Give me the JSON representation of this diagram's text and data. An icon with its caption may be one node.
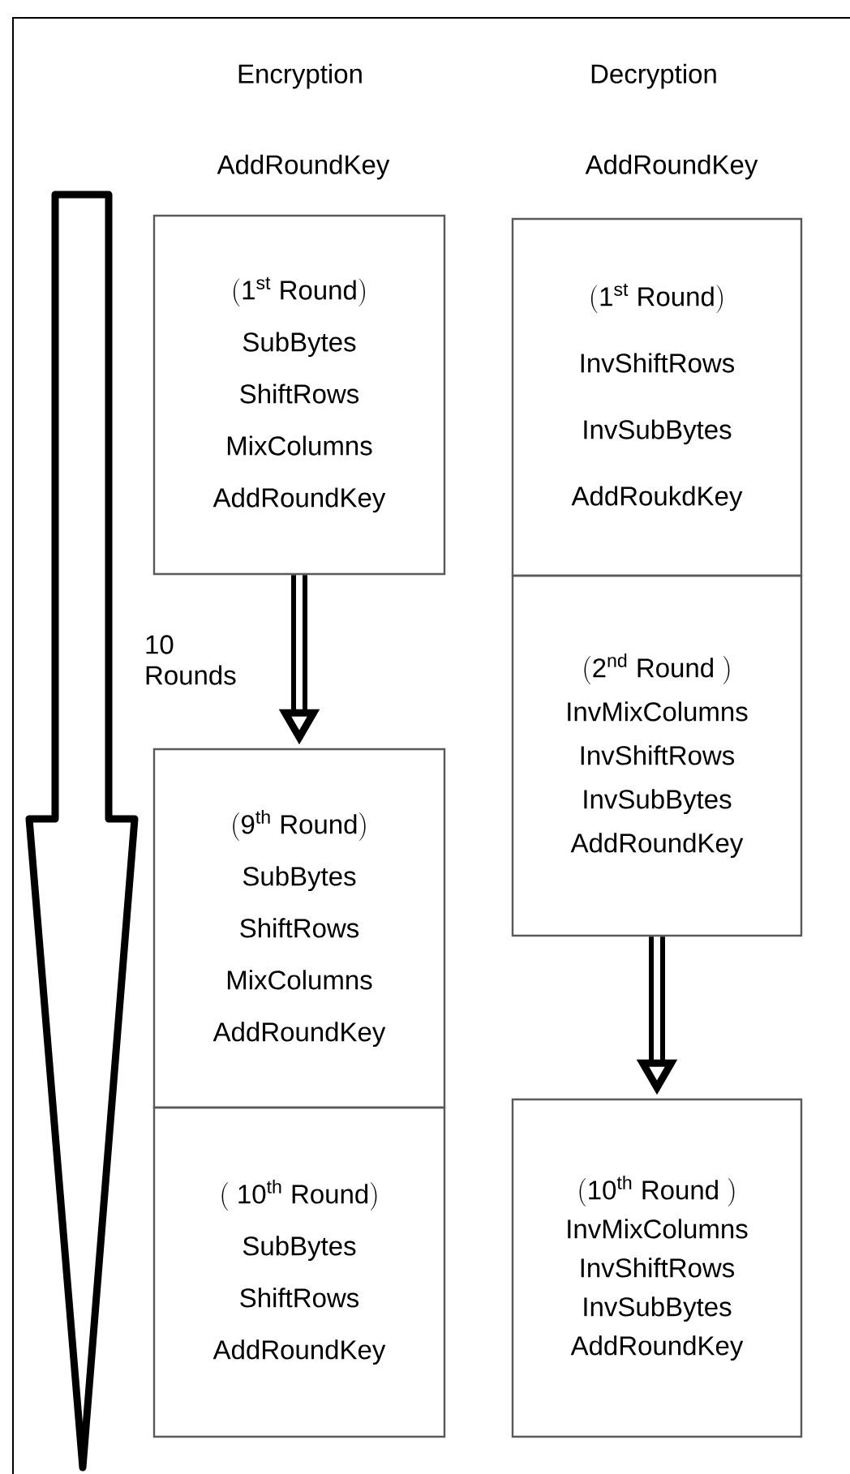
{
  "diagram": {
    "nodes": [
      {
        "text": [
          "\\mathrm{(1^{st}\\ Round)}",
          "SubBytes",
          "ShiftRows",
          "MixColumns",
          "AddRoundKey"
        ]
      },
      {
        "text": [
          "\\mathrm{(9^{th}\\ Round)}",
          "SubBytes",
          "ShiftRows",
          "MixColumns",
          "AddRoundKey"
        ]
      },
      {
        "text": [
          "\\mathrm{(\\ 10^{th}\\ Round)}",
          "SubBytes",
          "ShiftRows",
          "AddRoundKey"
        ]
      },
      {
        "text": [
          "\\mathrm{(1^{st}\\ Round)}",
          "InvShiftRows",
          "InvSubBytes",
          "AddRoukdKey"
        ]
      },
      {
        "text": [
          "\\mathrm{(2^{nd}\\ Round\\ )}",
          "InvMixColumns",
          "InvShiftRows",
          "InvSubBytes",
          "AddRoundKey"
        ]
      },
      {
        "text": [
          "\\mathrm{(10^{th}\\ Round\\ )}",
          "InvMixColumns",
          "InvShiftRows",
          "InvSubBytes",
          "AddRoundKey"
        ]
      }
    ],
    "edges": [
      {
        "from": 0,
        "to": 1,
        "arrow": "to",
        "label": "10 Rounds"
      },
      {
        "from": 4,
        "to": 5,
        "arrow": "to"
      }
    ],
    "labels": [
      "Encryption",
      "Decryption",
      "AddRoundKey",
      "AddRoundKey"
    ]
  }
}
